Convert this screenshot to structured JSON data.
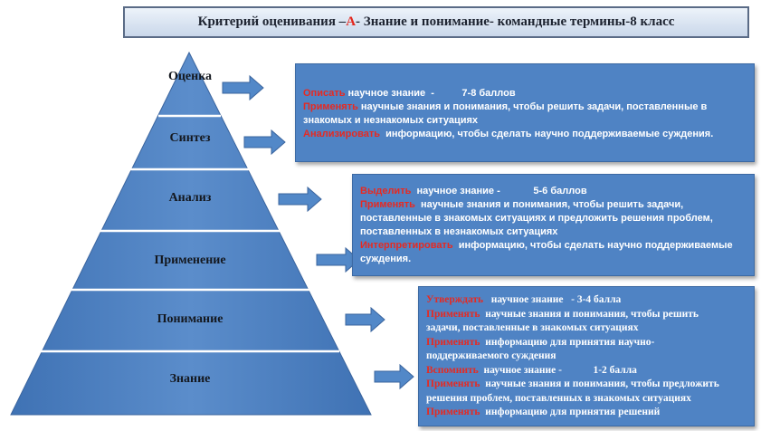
{
  "title": {
    "prefix": "Критерий оценивания – ",
    "accent": "А",
    "suffix": "- Знание и понимание- командные термины-8 класс"
  },
  "levels": [
    "Оценка",
    "Синтез",
    "Анализ",
    "Применение",
    "Понимание",
    "Знание"
  ],
  "colors": {
    "pyramid_fill": "#4d80c0",
    "box_fill": "#4f83c4",
    "verb_red": "#e62a22",
    "title_accent": "#e3261c"
  },
  "box1": [
    {
      "verb": "Описать",
      "text": " научное знание  -          7-8 баллов"
    },
    {
      "verb": "Применять",
      "text": " научные знания и понимания, чтобы решить задачи, поставленные в"
    },
    {
      "verb": "",
      "text": "знакомых и незнакомых ситуациях"
    },
    {
      "verb": "Анализировать",
      "text": "  информацию, чтобы сделать научно поддерживаемые суждения."
    }
  ],
  "box2": [
    {
      "verb": "Выделить",
      "text": "  научное знание -            5-6 баллов"
    },
    {
      "verb": "Применять",
      "text": "  научные знания и понимания, чтобы решить задачи,"
    },
    {
      "verb": "",
      "text": "поставленные в знакомых ситуациях и предложить решения проблем,"
    },
    {
      "verb": "",
      "text": "поставленных в незнакомых ситуациях"
    },
    {
      "verb": "Интерпретировать",
      "text": "  информацию, чтобы сделать научно поддерживаемые"
    },
    {
      "verb": "",
      "text": "суждения."
    }
  ],
  "box3": [
    {
      "verb": "Утверждать",
      "text": "   научное знание   - 3-4 балла"
    },
    {
      "verb": "Применять",
      "text": "  научные знания и понимания, чтобы решить"
    },
    {
      "verb": "",
      "text": "задачи, поставленные в знакомых ситуациях"
    },
    {
      "verb": "Применять",
      "text": "  информацию для принятия научно-"
    },
    {
      "verb": "",
      "text": "поддерживаемого суждения"
    },
    {
      "verb": "Вспомнить",
      "text": "  научное знание -            1-2 балла"
    },
    {
      "verb": "Применять",
      "text": "  научные знания и понимания, чтобы предложить"
    },
    {
      "verb": "",
      "text": "решения проблем, поставленных в знакомых ситуациях"
    },
    {
      "verb": "Применять",
      "text": "  информацию для принятия решений"
    }
  ]
}
